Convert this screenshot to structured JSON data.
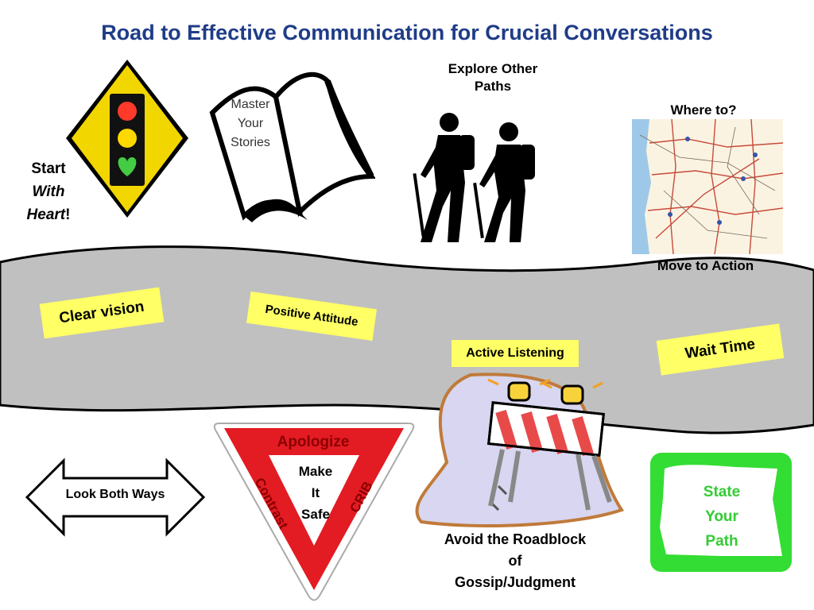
{
  "title": "Road to Effective Communication for Crucial Conversations",
  "start": {
    "line1": "Start",
    "line2": "With",
    "line3": "Heart",
    "line3_suffix": "!"
  },
  "book": {
    "line1": "Master",
    "line2": "Your",
    "line3": "Stories"
  },
  "explore": {
    "line1": "Explore Other",
    "line2": "Paths"
  },
  "map": {
    "top_label": "Where to?",
    "bottom_label": "Move to Action"
  },
  "road_notes": {
    "clear_vision": "Clear vision",
    "positive_attitude": "Positive Attitude",
    "active_listening": "Active Listening",
    "wait_time": "Wait Time"
  },
  "arrow": {
    "label": "Look Both Ways"
  },
  "yield": {
    "top": "Apologize",
    "center_line1": "Make",
    "center_line2": "It",
    "center_line3": "Safe",
    "left": "Contrast",
    "right": "CRIB"
  },
  "roadblock": {
    "line1": "Avoid the Roadblock",
    "line2": "of",
    "line3": "Gossip/Judgment"
  },
  "oregon": {
    "line1": "State",
    "line2": "Your",
    "line3": "Path"
  },
  "colors": {
    "title": "#1f3c88",
    "road": "#c0c0c0",
    "note": "#ffff66",
    "yield_red": "#e31b23",
    "apologize": "#8b0000",
    "oregon_green": "#33dd33",
    "sign_yellow": "#f2d600"
  }
}
